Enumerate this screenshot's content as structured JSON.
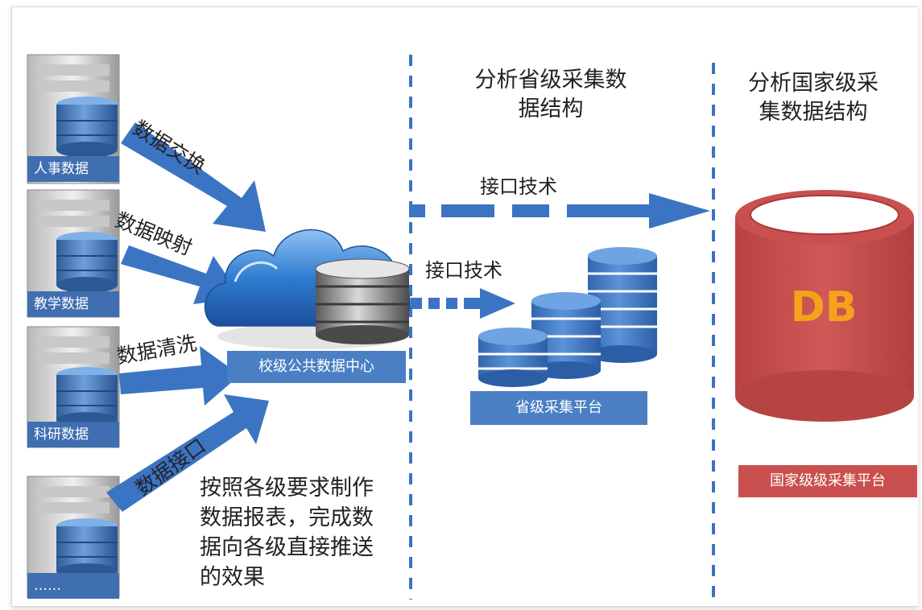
{
  "sources": [
    {
      "label": "人事数据"
    },
    {
      "label": "教学数据"
    },
    {
      "label": "科研数据"
    },
    {
      "label": "……"
    }
  ],
  "arrows": {
    "exchange": "数据交换",
    "mapping": "数据映射",
    "cleaning": "数据清洗",
    "interface": "数据接口"
  },
  "center": {
    "label": "校级公共数据中心"
  },
  "description": "按照各级要求制作数据报表，完成数据向各级直接推送的效果",
  "province": {
    "heading": "分析省级采集数据结构",
    "label": "省级采集平台",
    "interface_text": "接口技术"
  },
  "national": {
    "heading": "分析国家级采集数据结构",
    "label": "国家级级采集平台",
    "interface_text": "接口技术",
    "db_text": "DB"
  },
  "colors": {
    "arrow_blue": "#3b74c2",
    "label_blue": "#4a7fc4",
    "db_red": "#c9504f",
    "db_text": "#f5a21b"
  }
}
